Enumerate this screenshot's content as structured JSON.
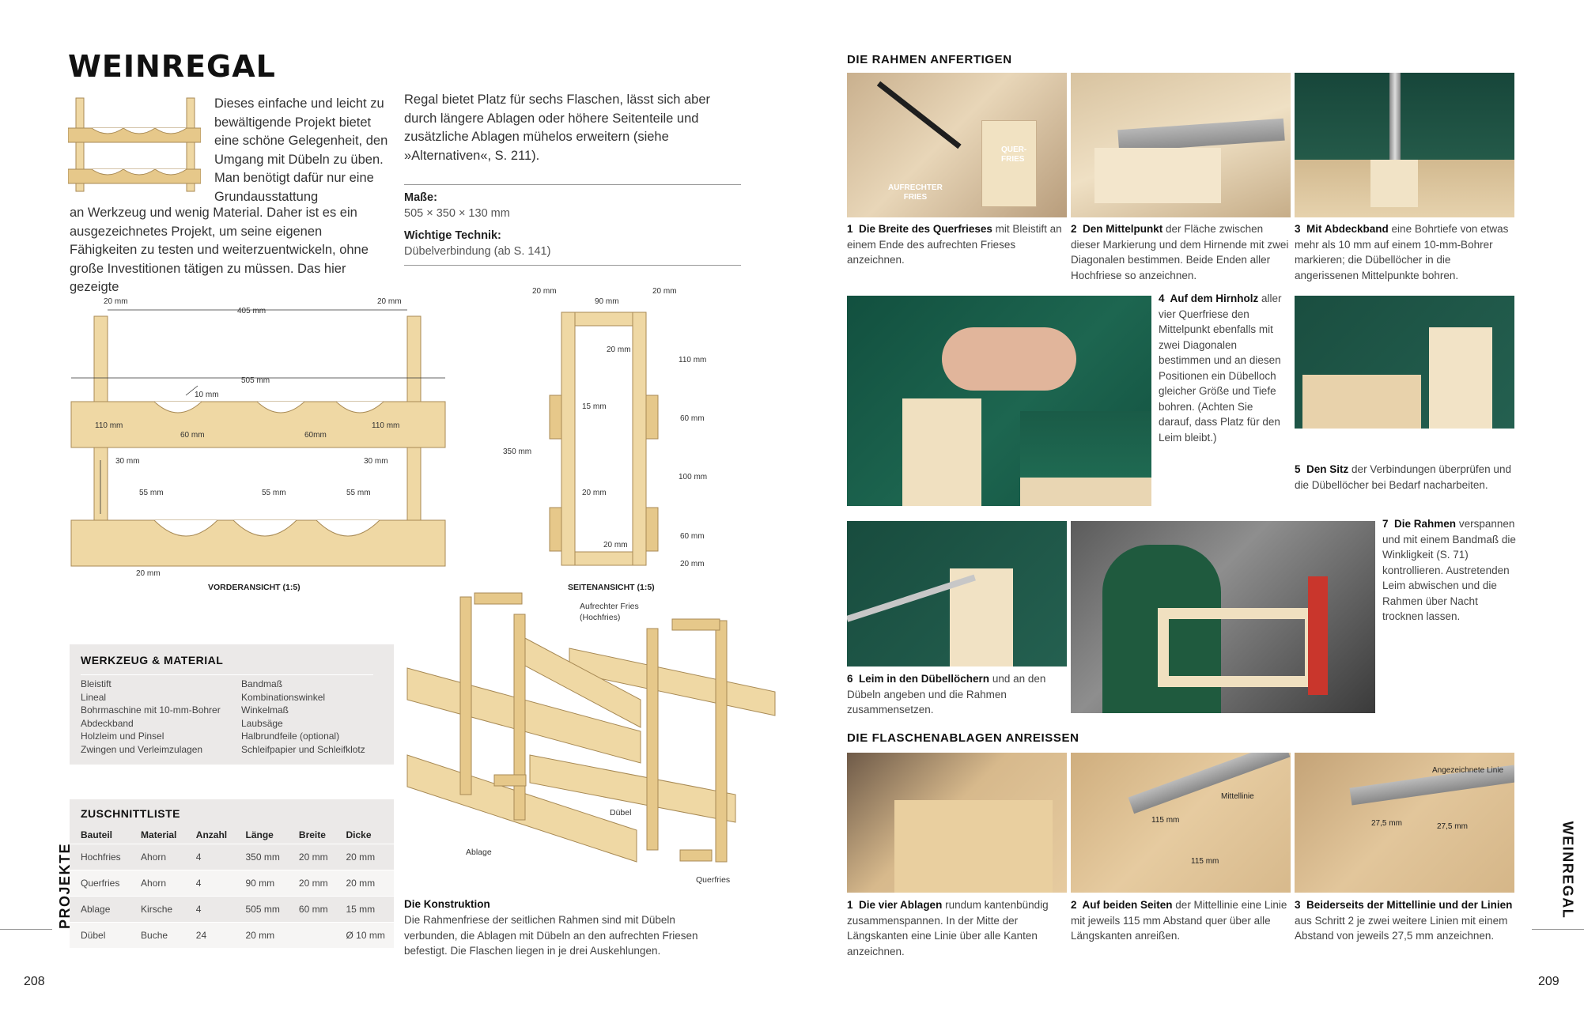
{
  "left": {
    "title": "WEINREGAL",
    "intro_col1_top": "Dieses einfache und leicht zu bewältigende Projekt bietet eine schöne Gelegenheit, den Umgang mit Dübeln zu üben. Man benötigt dafür nur eine Grundausstattung",
    "intro_col1_bottom": "an Werkzeug und wenig Material. Daher ist es ein ausgezeichnetes Projekt, um seine eigenen Fähigkeiten zu testen und weiterzuentwickeln, ohne große Investitionen tätigen zu müssen. Das hier gezeigte",
    "intro_col2": "Regal bietet Platz für sechs Flaschen, lässt sich aber durch längere Ablagen oder höhere Seitenteile und zusätzliche Ablagen mühelos erweitern (siehe »Alternativen«, S. 211).",
    "masse_label": "Maße:",
    "masse_value": "505 × 350 × 130 mm",
    "technik_label": "Wichtige Technik:",
    "technik_value": "Dübelverbindung (ab S. 141)",
    "front_view": {
      "caption": "VORDERANSICHT (1:5)",
      "dims": [
        "20 mm",
        "405 mm",
        "20 mm",
        "505 mm",
        "10 mm",
        "110 mm",
        "60 mm",
        "60mm",
        "110 mm",
        "30 mm",
        "30 mm",
        "55 mm",
        "55 mm",
        "55 mm",
        "20 mm"
      ]
    },
    "side_view": {
      "caption": "SEITENANSICHT (1:5)",
      "dims": [
        "20 mm",
        "90 mm",
        "20 mm",
        "20 mm",
        "110 mm",
        "15 mm",
        "60 mm",
        "350 mm",
        "100 mm",
        "20 mm",
        "60 mm",
        "20 mm",
        "20 mm"
      ]
    },
    "exploded": {
      "label_aufrecht": "Aufrechter Fries (Hochfries)",
      "label_duebel": "Dübel",
      "label_ablage": "Ablage",
      "label_querfries": "Querfries",
      "caption_title": "Die Konstruktion",
      "caption_text": "Die Rahmenfriese der seitlichen Rahmen sind mit Dübeln verbunden, die Ablagen mit Dübeln an den aufrechten Friesen befestigt. Die Flaschen liegen in je drei Auskehlungen."
    },
    "tools": {
      "heading": "WERKZEUG & MATERIAL",
      "col1": [
        "Bleistift",
        "Lineal",
        "Bohrmaschine mit 10-mm-Bohrer",
        "Abdeckband",
        "Holzleim und Pinsel",
        "Zwingen und Verleimzulagen"
      ],
      "col2": [
        "Bandmaß",
        "Kombinationswinkel",
        "Winkelmaß",
        "Laubsäge",
        "Halbrundfeile (optional)",
        "Schleifpapier und Schleifklotz"
      ]
    },
    "cutlist": {
      "heading": "ZUSCHNITTLISTE",
      "headers": [
        "Bauteil",
        "Material",
        "Anzahl",
        "Länge",
        "Breite",
        "Dicke"
      ],
      "rows": [
        [
          "Hochfries",
          "Ahorn",
          "4",
          "350 mm",
          "20 mm",
          "20 mm"
        ],
        [
          "Querfries",
          "Ahorn",
          "4",
          "90 mm",
          "20 mm",
          "20 mm"
        ],
        [
          "Ablage",
          "Kirsche",
          "4",
          "505 mm",
          "60 mm",
          "15 mm"
        ],
        [
          "Dübel",
          "Buche",
          "24",
          "20 mm",
          "",
          "Ø 10 mm"
        ]
      ]
    },
    "side_label": "PROJEKTE",
    "page_number": "208"
  },
  "right": {
    "section1": "DIE RAHMEN ANFERTIGEN",
    "photo1_labels": [
      "QUER-",
      "FRIES",
      "AUFRECHTER",
      "FRIES"
    ],
    "steps": [
      {
        "num": "1",
        "bold": "Die Breite des Querfrieses",
        "text": " mit Bleistift an einem Ende des aufrechten Frieses anzeichnen."
      },
      {
        "num": "2",
        "bold": "Den Mittelpunkt",
        "text": " der Fläche zwischen dieser Markierung und dem Hirnende mit zwei Diagonalen bestimmen. Beide Enden aller Hochfriese so anzeichnen."
      },
      {
        "num": "3",
        "bold": "Mit Abdeckband",
        "text": " eine Bohrtiefe von etwas mehr als 10 mm auf einem 10-mm-Bohrer markieren; die Dübellöcher in die angerissenen Mittelpunkte bohren."
      },
      {
        "num": "4",
        "bold": "Auf dem Hirnholz",
        "text": " aller vier Querfriese den Mittelpunkt ebenfalls mit zwei Diagonalen bestimmen und an diesen Positionen ein Dübelloch gleicher Größe und Tiefe bohren. (Achten Sie darauf, dass Platz für den Leim bleibt.)"
      },
      {
        "num": "5",
        "bold": "Den Sitz",
        "text": " der Verbindungen überprüfen und die Dübellöcher bei Bedarf nacharbeiten."
      },
      {
        "num": "6",
        "bold": "Leim in den Dübellöchern",
        "text": " und an den Dübeln angeben und die Rahmen zusammensetzen."
      },
      {
        "num": "7",
        "bold": "Die Rahmen",
        "text": " verspannen und mit einem Bandmaß die Winkligkeit (S. 71) kontrollieren. Austretenden Leim abwischen und die Rahmen über Nacht trocknen lassen."
      }
    ],
    "section2": "DIE FLASCHENABLAGEN ANREISSEN",
    "photo_labels2": [
      "Mittellinie",
      "115 mm",
      "115 mm",
      "Angezeichnete Linie",
      "27,5 mm",
      "27,5 mm"
    ],
    "steps2": [
      {
        "num": "1",
        "bold": "Die vier Ablagen",
        "text": " rundum kantenbündig zusammenspannen. In der Mitte der Längskanten eine Linie über alle Kanten anzeichnen."
      },
      {
        "num": "2",
        "bold": "Auf beiden Seiten",
        "text": " der Mittellinie eine Linie mit jeweils 115 mm Abstand quer über alle Längskanten anreißen."
      },
      {
        "num": "3",
        "bold": "Beiderseits der Mittellinie und der Linien",
        "text": " aus Schritt 2 je zwei weitere Linien mit einem Abstand von jeweils 27,5 mm anzeichnen."
      }
    ],
    "side_label": "WEINREGAL",
    "page_number": "209"
  }
}
